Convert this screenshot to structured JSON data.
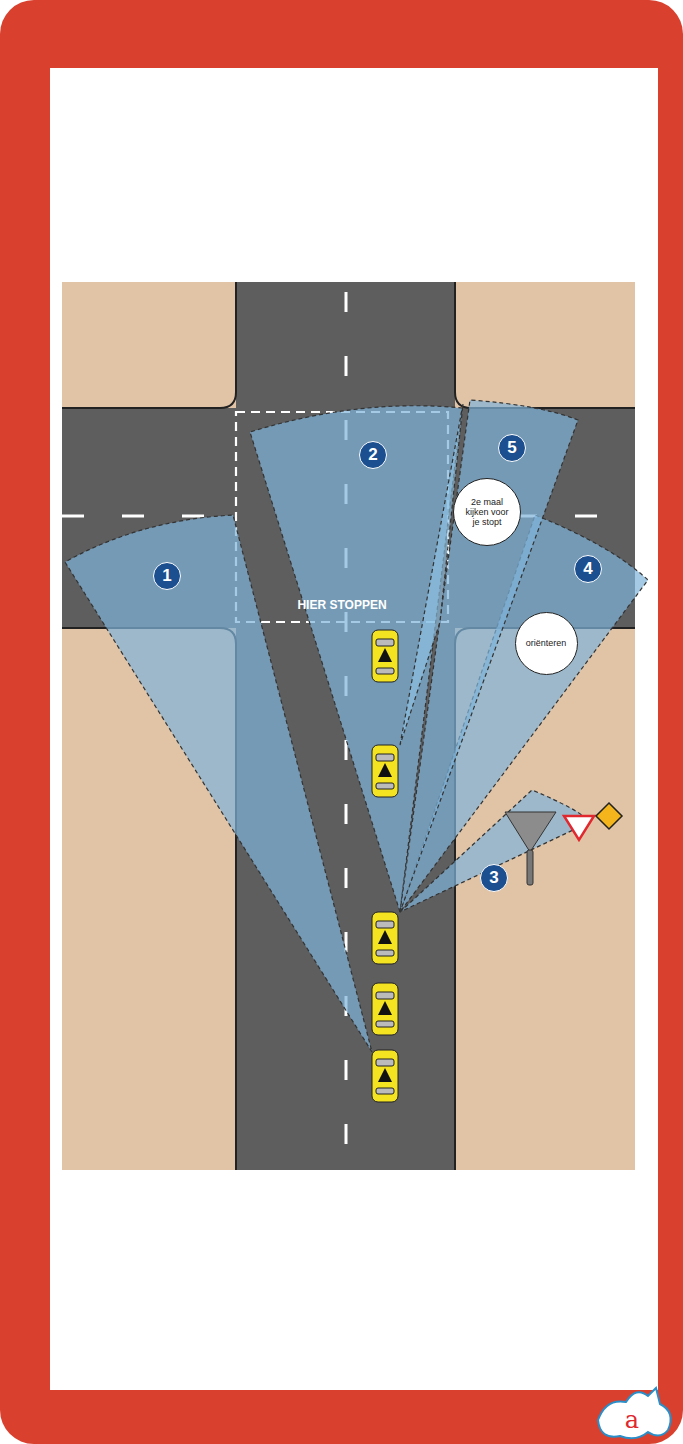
{
  "diagram": {
    "nodes": [
      {
        "text": [
          "2e maal kijken voor je stopt"
        ]
      },
      {
        "text": [
          "oriënteren"
        ]
      }
    ],
    "labels": [
      "1",
      "2",
      "3",
      "4",
      "5",
      "HIER STOPPEN",
      "a"
    ]
  }
}
